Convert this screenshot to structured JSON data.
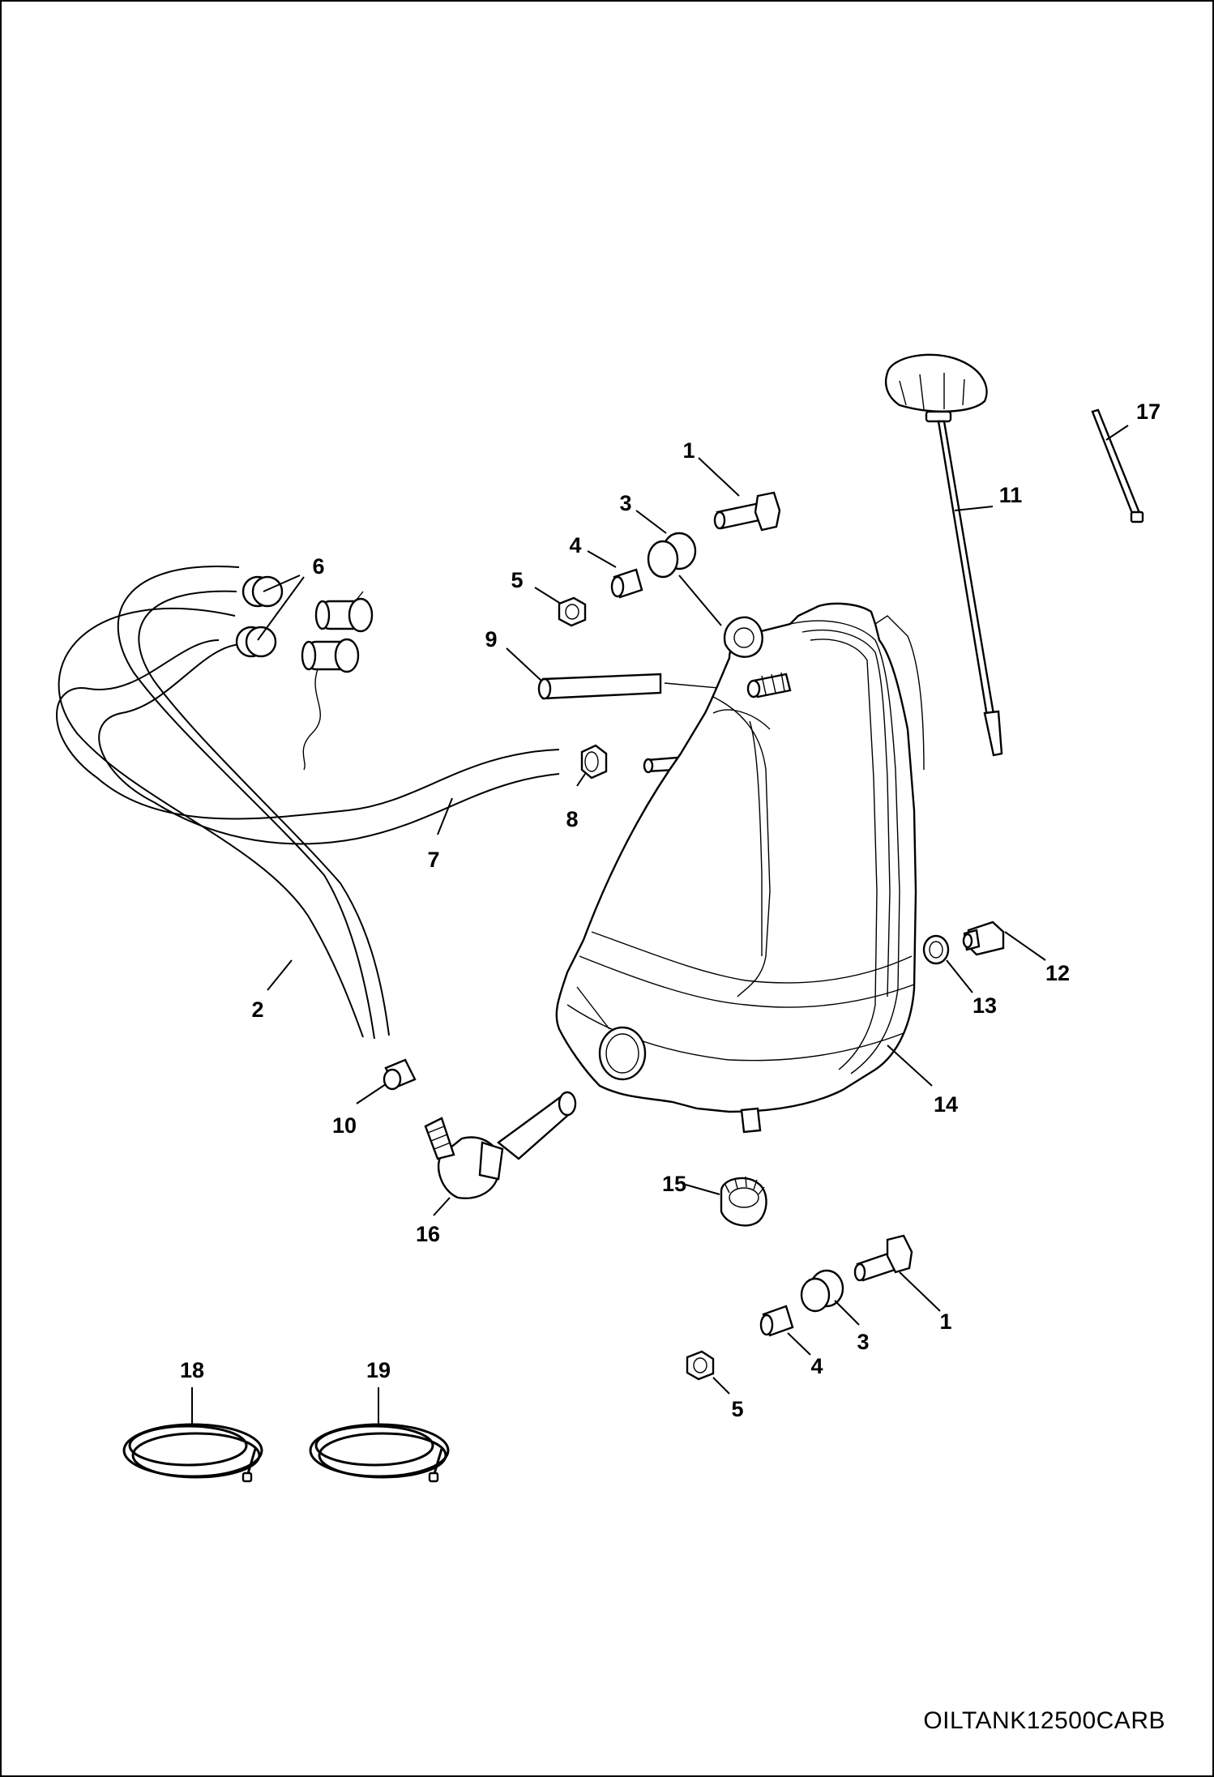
{
  "diagram": {
    "drawing_code": "OILTANK12500CARB",
    "callouts": [
      {
        "id": "c1a",
        "text": "1"
      },
      {
        "id": "c3a",
        "text": "3"
      },
      {
        "id": "c4a",
        "text": "4"
      },
      {
        "id": "c5a",
        "text": "5"
      },
      {
        "id": "c6",
        "text": "6"
      },
      {
        "id": "c9",
        "text": "9"
      },
      {
        "id": "c11",
        "text": "11"
      },
      {
        "id": "c17",
        "text": "17"
      },
      {
        "id": "c8",
        "text": "8"
      },
      {
        "id": "c7",
        "text": "7"
      },
      {
        "id": "c2",
        "text": "2"
      },
      {
        "id": "c12",
        "text": "12"
      },
      {
        "id": "c13",
        "text": "13"
      },
      {
        "id": "c14",
        "text": "14"
      },
      {
        "id": "c10",
        "text": "10"
      },
      {
        "id": "c16",
        "text": "16"
      },
      {
        "id": "c15",
        "text": "15"
      },
      {
        "id": "c1b",
        "text": "1"
      },
      {
        "id": "c3b",
        "text": "3"
      },
      {
        "id": "c4b",
        "text": "4"
      },
      {
        "id": "c5b",
        "text": "5"
      },
      {
        "id": "c18",
        "text": "18"
      },
      {
        "id": "c19",
        "text": "19"
      }
    ]
  }
}
